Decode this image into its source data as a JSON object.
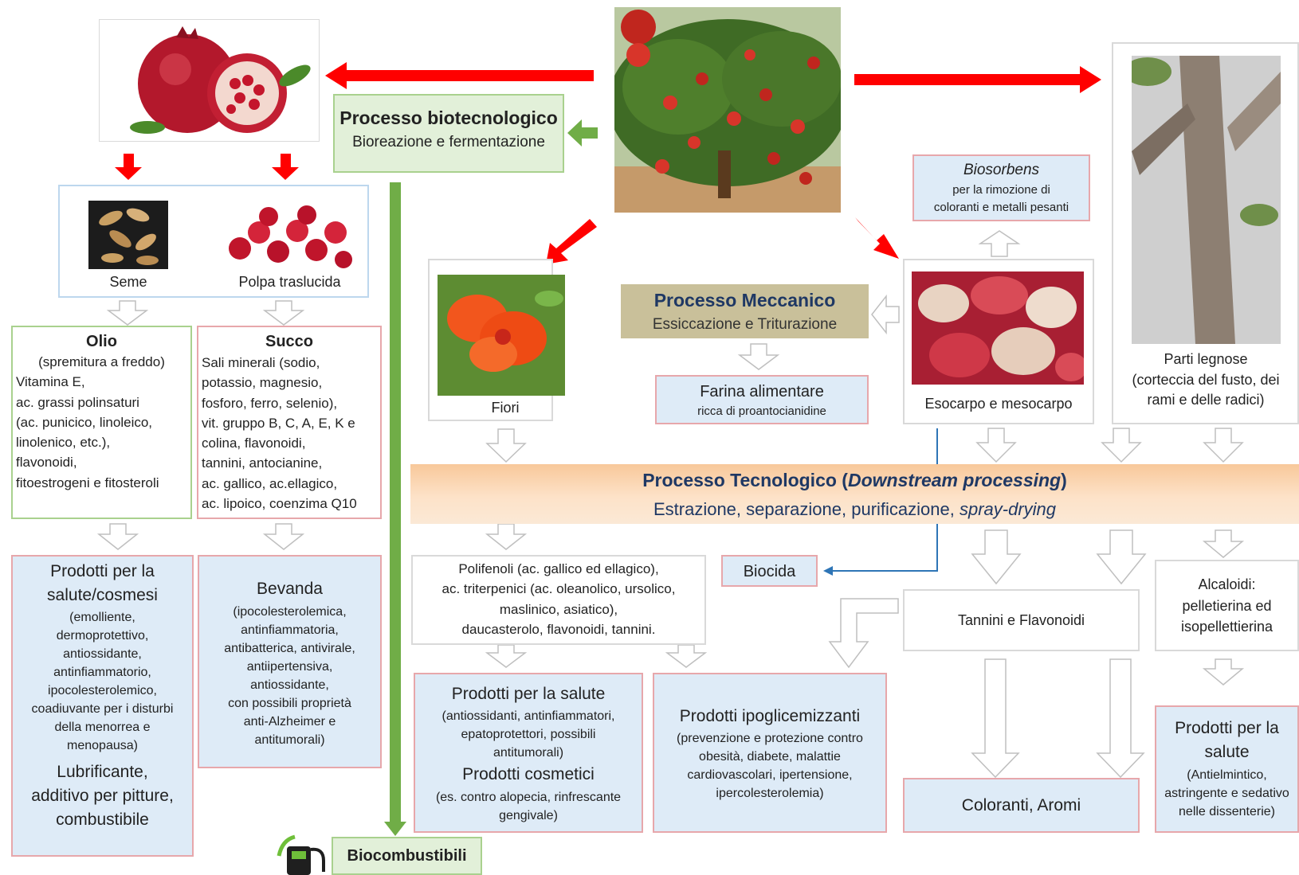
{
  "colors": {
    "red_arrow": "#ff0000",
    "green_arrow": "#70ad47",
    "blue_line": "#2e75b6",
    "light_blue_fill": "#deebf7",
    "light_green_fill": "#e2f0d9",
    "mechanical_fill": "#c9c09a",
    "orange_band": "#f4b183",
    "pink_border": "#e7a7ab"
  },
  "images": {
    "tree": "pomegranate-tree-photo",
    "fruit": "pomegranate-fruit-photo",
    "seeds": "seeds-photo",
    "arils": "arils-photo",
    "flower": "pomegranate-flower-photo",
    "peel": "peel-photo",
    "bark": "bark-photo",
    "pump": "fuel-pump-icon"
  },
  "bio_process": {
    "title": "Processo biotecnologico",
    "subtitle": "Bioreazione e fermentazione"
  },
  "biofuel": "Biocombustibili",
  "seme": "Seme",
  "polpa": "Polpa traslucida",
  "olio": {
    "title": "Olio",
    "lines": [
      "(spremitura a freddo)",
      "Vitamina E,",
      "ac. grassi polinsaturi",
      "(ac. punicico, linoleico,",
      "linolenico, etc.),",
      "flavonoidi,",
      "fitoestrogeni e fitosteroli"
    ]
  },
  "succo": {
    "title": "Succo",
    "lines": [
      "Sali minerali (sodio,",
      "potassio, magnesio,",
      "fosforo, ferro, selenio),",
      "vit. gruppo B, C, A, E, K e",
      "colina, flavonoidi,",
      "tannini, antocianine,",
      "ac. gallico,  ac.ellagico,",
      "ac. lipoico, coenzima Q10"
    ]
  },
  "prodotti_cosmesi": {
    "title_lines": [
      "Prodotti per la",
      "salute/cosmesi"
    ],
    "lines": [
      "(emolliente,",
      "dermoprotettivo,",
      "antiossidante,",
      "antinfiammatorio,",
      "ipocolesterolemico,",
      "coadiuvante per i disturbi",
      "della menorrea e",
      "menopausa)"
    ],
    "extra_lines": [
      "Lubrificante,",
      "additivo per pitture,",
      "combustibile"
    ]
  },
  "bevanda": {
    "title": "Bevanda",
    "lines": [
      "(ipocolesterolemica,",
      "antinfiammatoria,",
      "antibatterica, antivirale,",
      "antiipertensiva,",
      "antiossidante,",
      "con possibili proprietà",
      "anti-Alzheimer e",
      "antitumorali)"
    ]
  },
  "fiori": "Fiori",
  "mech_process": {
    "title": "Processo Meccanico",
    "subtitle": "Essiccazione e Triturazione"
  },
  "farina": {
    "title": "Farina alimentare",
    "subtitle": "ricca di proantocianidine"
  },
  "biosorbens": {
    "title": "Biosorbens",
    "lines": [
      "per la rimozione di",
      "coloranti e metalli pesanti"
    ]
  },
  "esocarpo": "Esocarpo e mesocarpo",
  "parti_legnose": [
    "Parti legnose",
    "(corteccia del fusto, dei",
    "rami e delle radici)"
  ],
  "tech_process": {
    "title_a": "Processo Tecnologico (",
    "title_b": "Downstream processing",
    "title_c": ")",
    "subtitle_a": "Estrazione, separazione, purificazione, ",
    "subtitle_b": "spray-drying"
  },
  "polifenoli": [
    "Polifenoli (ac. gallico ed ellagico),",
    "ac. triterpenici (ac. oleanolico, ursolico,",
    "maslinico, asiatico),",
    "daucasterolo, flavonoidi, tannini."
  ],
  "biocida": "Biocida",
  "tannini": "Tannini e Flavonoidi",
  "alcaloidi": [
    "Alcaloidi:",
    "pelletierina ed",
    "isopellettierina"
  ],
  "prodotti_salute": {
    "title": "Prodotti per la salute",
    "lines": [
      "(antiossidanti, antinfiammatori,",
      "epatoprotettori, possibili",
      "antitumorali)"
    ],
    "title2": "Prodotti cosmetici",
    "lines2": [
      "(es. contro alopecia, rinfrescante",
      "gengivale)"
    ]
  },
  "ipoglicemizzanti": {
    "title": "Prodotti ipoglicemizzanti",
    "lines": [
      "(prevenzione e protezione contro",
      "obesità, diabete, malattie",
      "cardiovascolari, ipertensione,",
      "ipercolesterolemia)"
    ]
  },
  "coloranti": "Coloranti, Aromi",
  "prodotti_salute_right": {
    "title_lines": [
      "Prodotti per la",
      "salute"
    ],
    "lines": [
      "(Antielmintico,",
      "astringente e sedativo",
      "nelle dissenterie)"
    ]
  }
}
